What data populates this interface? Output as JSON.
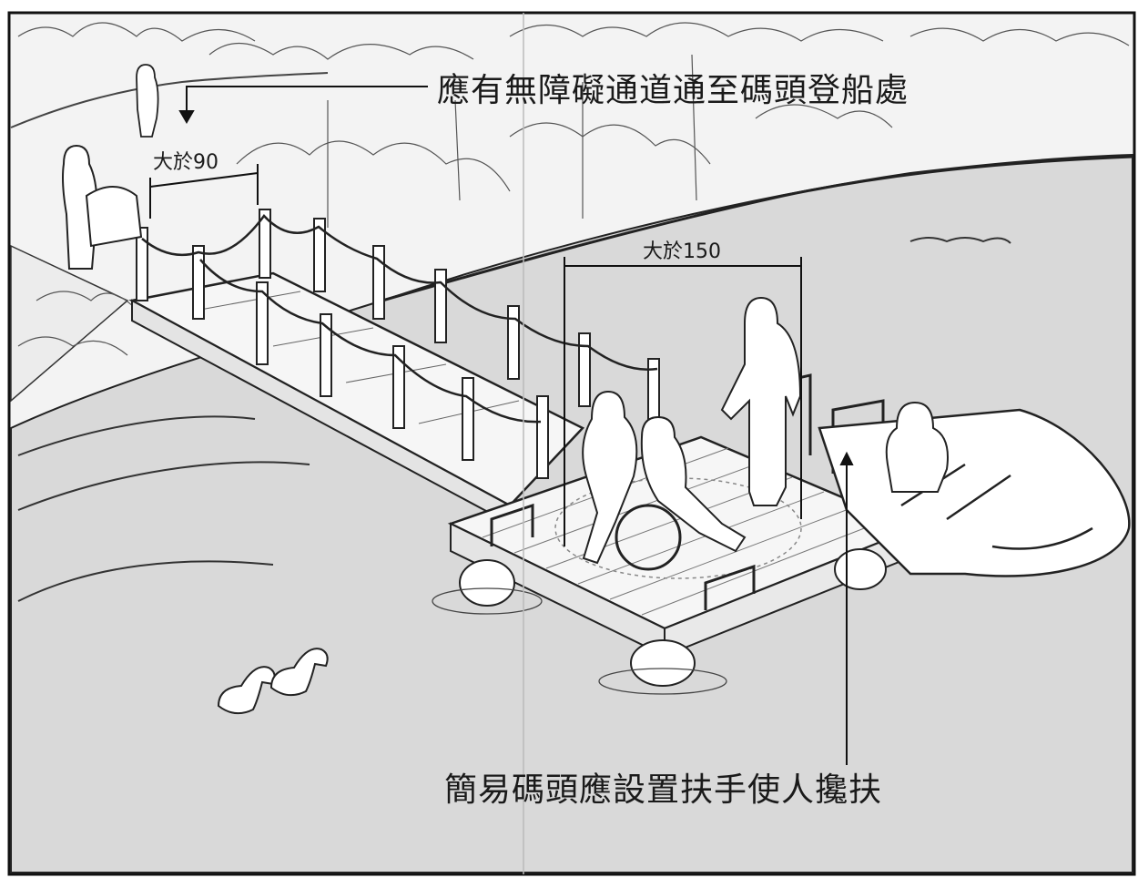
{
  "annotations": {
    "top_note": "應有無障礙通道通至碼頭登船處",
    "bottom_note": "簡易碼頭應設置扶手使人攙扶"
  },
  "dimensions": {
    "path_width": "大於90",
    "platform_width": "大於150"
  },
  "colors": {
    "water": "#d9d9d9",
    "land": "#f3f3f3",
    "ink": "#1a1a1a",
    "frame": "#111111",
    "silhouette": "#ffffff"
  }
}
